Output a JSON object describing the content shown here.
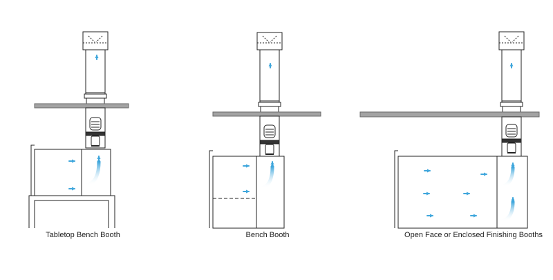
{
  "diagram": {
    "captions": {
      "tabletop": "Tabletop Bench Booth",
      "bench": "Bench Booth",
      "open_face": "Open Face or Enclosed Finishing Booths"
    },
    "colors": {
      "line": "#222222",
      "ceiling": "#a3a3a3",
      "airflow": "#3ea6dc",
      "airflow_fade": "#ffffff"
    }
  }
}
